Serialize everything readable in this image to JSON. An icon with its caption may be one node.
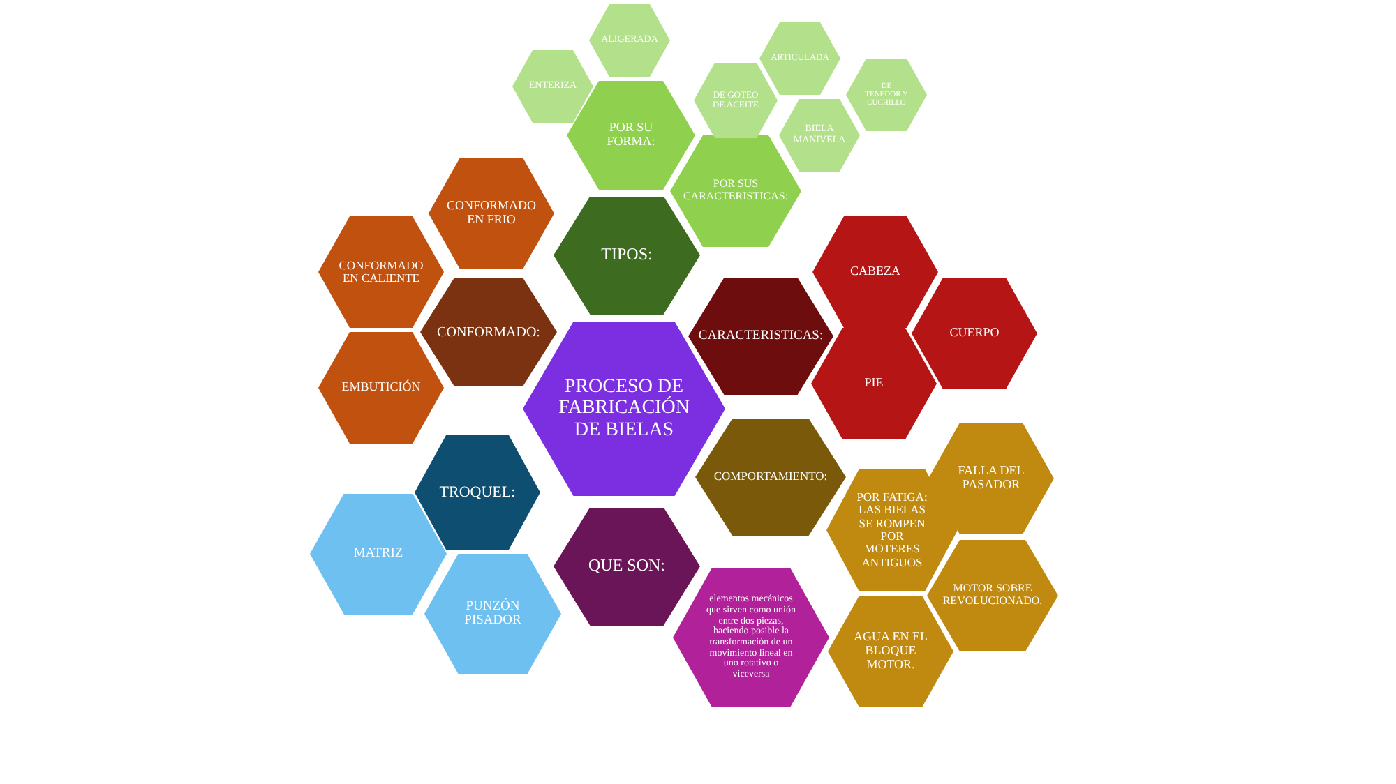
{
  "diagram": {
    "nodes": [
      {
        "text": [
          "PROCESO DE FABRICACIÓN DE BIELAS"
        ]
      },
      {
        "text": [
          "TIPOS:"
        ]
      },
      {
        "text": [
          "POR SU FORMA:"
        ]
      },
      {
        "text": [
          "ENTERIZA"
        ]
      },
      {
        "text": [
          "ALIGERADA"
        ]
      },
      {
        "text": [
          "POR SUS CARACTERISTICAS:"
        ]
      },
      {
        "text": [
          "DE GOTEO DE ACEITE"
        ]
      },
      {
        "text": [
          "ARTICULADA"
        ]
      },
      {
        "text": [
          "DE TENEDOR Y CUCHILLO"
        ]
      },
      {
        "text": [
          "BIELA MANIVELA"
        ]
      },
      {
        "text": [
          "CONFORMADO EN FRIO"
        ]
      },
      {
        "text": [
          "CONFORMADO:"
        ]
      },
      {
        "text": [
          "CONFORMADO EN CALIENTE"
        ]
      },
      {
        "text": [
          "EMBUTICIÓN"
        ]
      },
      {
        "text": [
          "CARACTERISTICAS:"
        ]
      },
      {
        "text": [
          "CABEZA"
        ]
      },
      {
        "text": [
          "CUERPO"
        ]
      },
      {
        "text": [
          "PIE"
        ]
      },
      {
        "text": [
          "COMPORTAMIENTO:"
        ]
      },
      {
        "text": [
          "FALLA DEL PASADOR"
        ]
      },
      {
        "text": [
          "POR FATIGA: LAS BIELAS SE ROMPEN POR MOTERES ANTIGUOS"
        ]
      },
      {
        "text": [
          "MOTOR SOBRE REVOLUCIONADO."
        ]
      },
      {
        "text": [
          "AGUA EN EL BLOQUE MOTOR."
        ]
      },
      {
        "text": [
          "TROQUEL:"
        ]
      },
      {
        "text": [
          "MATRIZ"
        ]
      },
      {
        "text": [
          "PUNZÓN PISADOR"
        ]
      },
      {
        "text": [
          "QUE SON:"
        ]
      },
      {
        "text": [
          "elementos mecánicos que sirven como unión entre dos piezas, haciendo posible la transformación de un movimiento lineal en uno rotativo o viceversa"
        ]
      }
    ]
  }
}
